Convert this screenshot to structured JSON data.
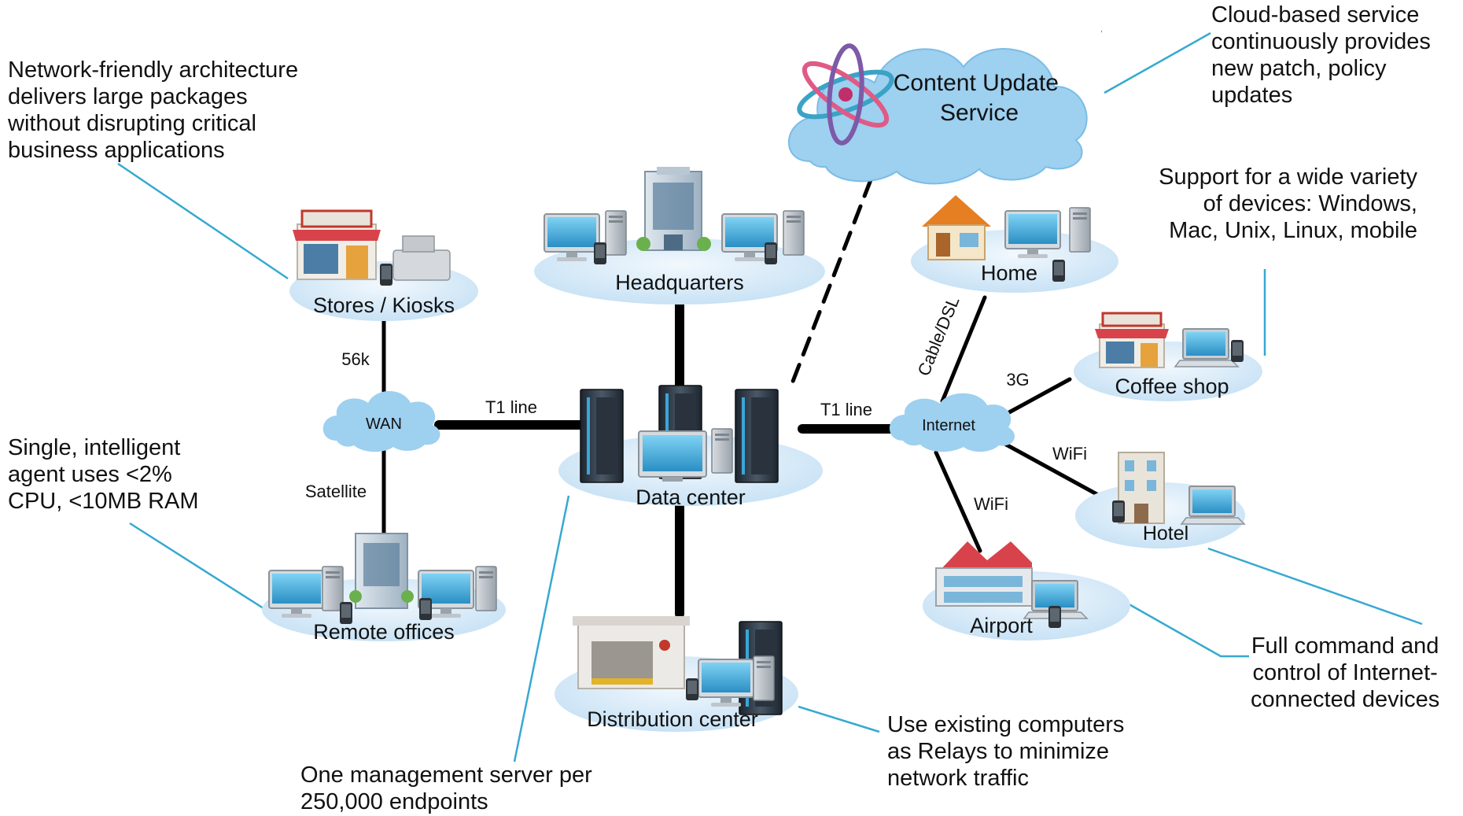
{
  "callouts": {
    "network_friendly": "Network-friendly architecture\ndelivers large packages\nwithout disrupting critical\nbusiness applications",
    "single_agent": "Single, intelligent\nagent uses <2%\nCPU, <10MB RAM",
    "cloud_service": "Cloud-based service\ncontinuously provides\nnew patch, policy\nupdates",
    "device_support": "Support for a wide variety\nof devices: Windows,\nMac, Unix, Linux, mobile",
    "command_control": "Full command and\ncontrol of Internet-\nconnected devices",
    "relays": "Use existing computers\nas Relays to minimize\nnetwork traffic",
    "management_server": "One management server per\n250,000 endpoints"
  },
  "nodes": {
    "content_update": "Content Update\nService",
    "headquarters": "Headquarters",
    "stores": "Stores / Kiosks",
    "data_center": "Data center",
    "remote_offices": "Remote offices",
    "distribution_center": "Distribution center",
    "home": "Home",
    "coffee_shop": "Coffee shop",
    "hotel": "Hotel",
    "airport": "Airport",
    "wan": "WAN",
    "internet": "Internet"
  },
  "links": {
    "k56": "56k",
    "satellite": "Satellite",
    "t1_left": "T1 line",
    "t1_right": "T1 line",
    "cable_dsl": "Cable/DSL",
    "g3": "3G",
    "wifi_hotel": "WiFi",
    "wifi_airport": "WiFi"
  },
  "colors": {
    "ellipse": "#d4e8f7",
    "cloud": "#9ed0f0",
    "callout_line": "#36a9d0",
    "link": "#000000"
  }
}
